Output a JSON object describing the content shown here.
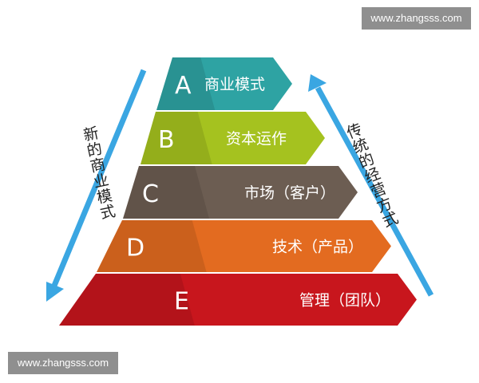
{
  "diagram": {
    "layers": [
      {
        "letter": "A",
        "label": "商业模式",
        "color": "#2ea3a3"
      },
      {
        "letter": "B",
        "label": "资本运作",
        "color": "#a5c21f"
      },
      {
        "letter": "C",
        "label": "市场（客户）",
        "color": "#6c5d52"
      },
      {
        "letter": "D",
        "label": "技术（产品）",
        "color": "#e36b20"
      },
      {
        "letter": "E",
        "label": "管理（团队）",
        "color": "#c8161d"
      }
    ],
    "left_label": "新的商业模式",
    "right_label": "传统的经营方式",
    "arrow_color": "#3aa6e2"
  },
  "watermarks": {
    "top": "www.zhangsss.com",
    "bottom": "www.zhangsss.com"
  }
}
